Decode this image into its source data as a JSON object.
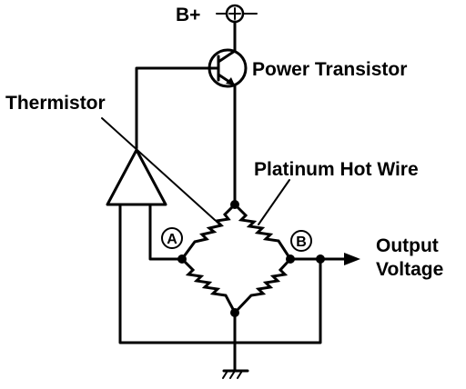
{
  "labels": {
    "supply": "B+",
    "power_transistor": "Power Transistor",
    "thermistor": "Thermistor",
    "platinum_hot_wire": "Platinum Hot Wire",
    "node_a": "A",
    "node_b": "B",
    "output_line1": "Output",
    "output_line2": "Voltage"
  }
}
